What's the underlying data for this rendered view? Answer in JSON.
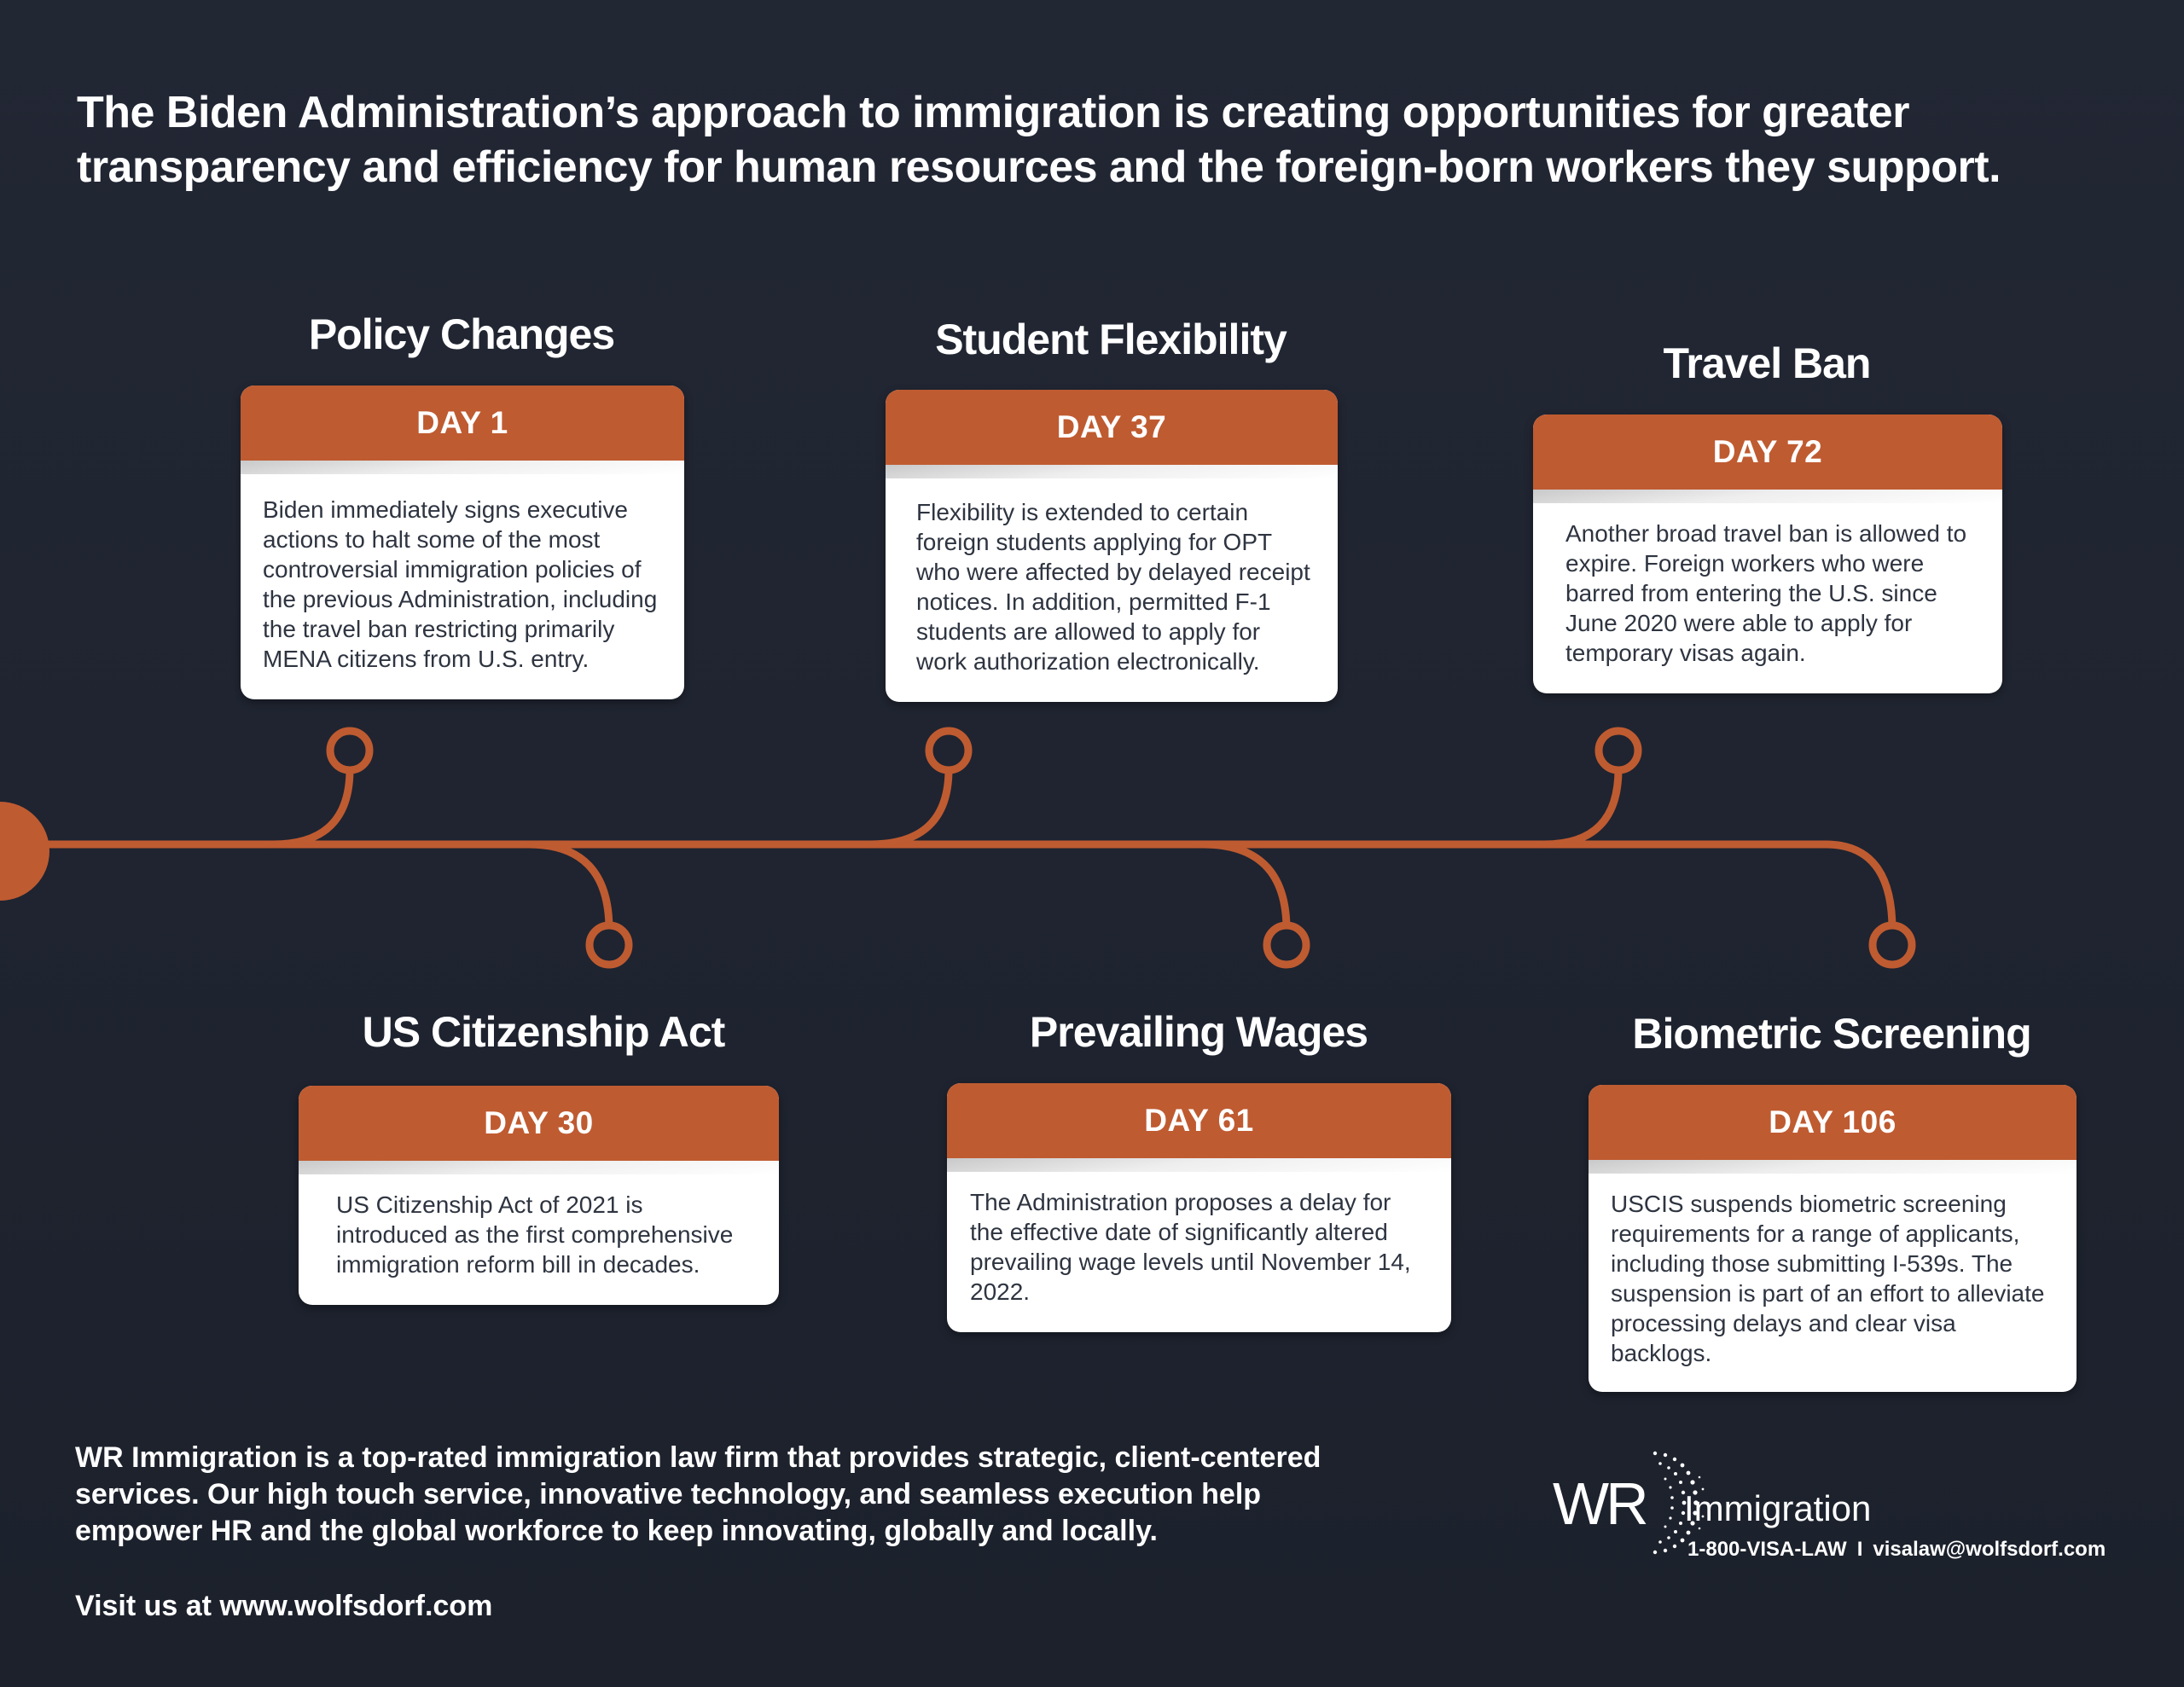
{
  "headline": "The Biden Administration’s approach to immigration is creating opportunities for greater transparency and efficiency for human resources and the foreign-born workers they support.",
  "accent_color": "#bf5b31",
  "background_color": "#1e2330",
  "events": [
    {
      "title": "Policy Changes",
      "day": "DAY 1",
      "text": "Biden immediately signs executive actions to halt some of the most controversial immigration policies of the previous Administration, including the travel ban restricting primarily MENA citizens from U.S. entry."
    },
    {
      "title": "Student Flexibility",
      "day": "DAY 37",
      "text": "Flexibility is extended to certain foreign students applying for OPT who were affected by delayed receipt notices. In addition, permitted F-1 students are allowed to apply for work authorization electronically."
    },
    {
      "title": "Travel Ban",
      "day": "DAY 72",
      "text": "Another broad travel ban is allowed to expire. Foreign workers who were barred from entering the U.S. since June 2020 were able to apply for temporary visas again."
    },
    {
      "title": "US Citizenship Act",
      "day": "DAY 30",
      "text": "US Citizenship Act of 2021 is introduced as the first comprehensive immigration reform bill in decades."
    },
    {
      "title": "Prevailing Wages",
      "day": "DAY 61",
      "text": "The Administration proposes a delay for the effective date of significantly altered prevailing wage levels until November 14, 2022."
    },
    {
      "title": "Biometric Screening",
      "day": "DAY 106",
      "text": "USCIS suspends biometric screening requirements for a range of applicants, including those submitting I-539s. The suspension is part of an effort to alleviate processing delays and clear visa backlogs."
    }
  ],
  "footer": {
    "description": "WR Immigration is a top-rated immigration law firm that provides strategic, client-centered services. Our high touch service, innovative technology, and seamless execution help empower HR and the global workforce to keep innovating, globally and locally.",
    "visit": "Visit us at www.wolfsdorf.com"
  },
  "logo": {
    "mark": "WR",
    "name": "Immigration",
    "phone": "1-800-VISA-LAW",
    "separator": "I",
    "email": "visalaw@wolfsdorf.com"
  }
}
